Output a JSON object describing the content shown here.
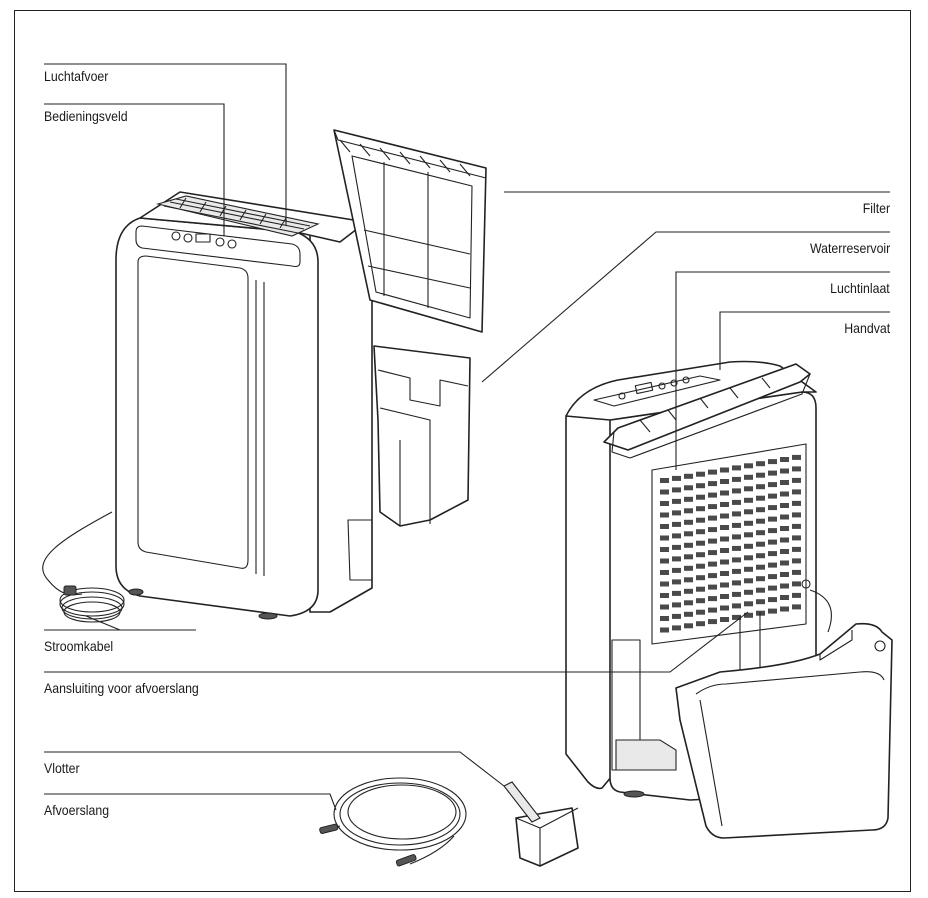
{
  "labels": {
    "luchtafvoer": "Luchtafvoer",
    "bedieningsveld": "Bedieningsveld",
    "filter": "Filter",
    "waterreservoir": "Waterreservoir",
    "luchtinlaat": "Luchtinlaat",
    "handvat": "Handvat",
    "stroomkabel": "Stroomkabel",
    "aansluiting": "Aansluiting voor afvoerslang",
    "vlotter": "Vlotter",
    "afvoerslang": "Afvoerslang"
  }
}
